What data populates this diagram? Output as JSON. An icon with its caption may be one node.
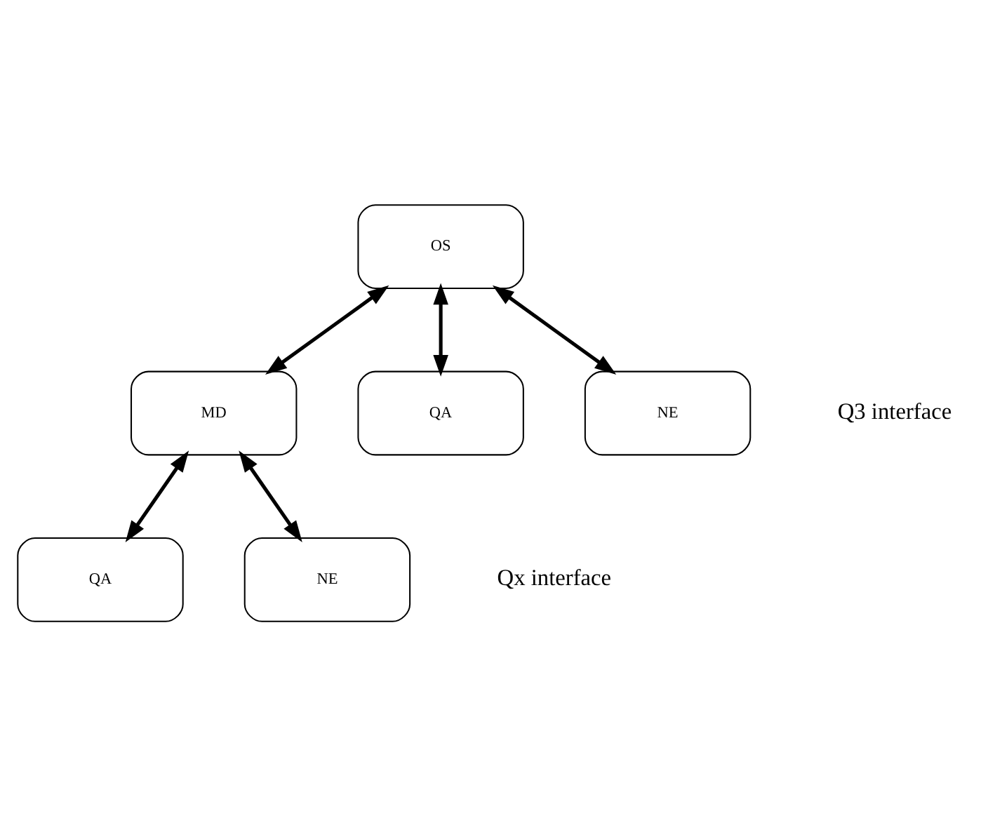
{
  "diagram": {
    "nodes": [
      {
        "text": [
          "OS"
        ]
      },
      {
        "text": [
          "MD"
        ]
      },
      {
        "text": [
          "QA"
        ]
      },
      {
        "text": [
          "NE"
        ]
      },
      {
        "text": [
          "QA"
        ]
      },
      {
        "text": [
          "NE"
        ]
      }
    ],
    "edges": [
      {
        "from": 0,
        "to": 1,
        "arrow": "both"
      },
      {
        "from": 0,
        "to": 2,
        "arrow": "both"
      },
      {
        "from": 0,
        "to": 3,
        "arrow": "both"
      },
      {
        "from": 1,
        "to": 4,
        "arrow": "both"
      },
      {
        "from": 1,
        "to": 5,
        "arrow": "both"
      }
    ],
    "labels": [
      "Q3 interface",
      "Qx interface"
    ]
  }
}
